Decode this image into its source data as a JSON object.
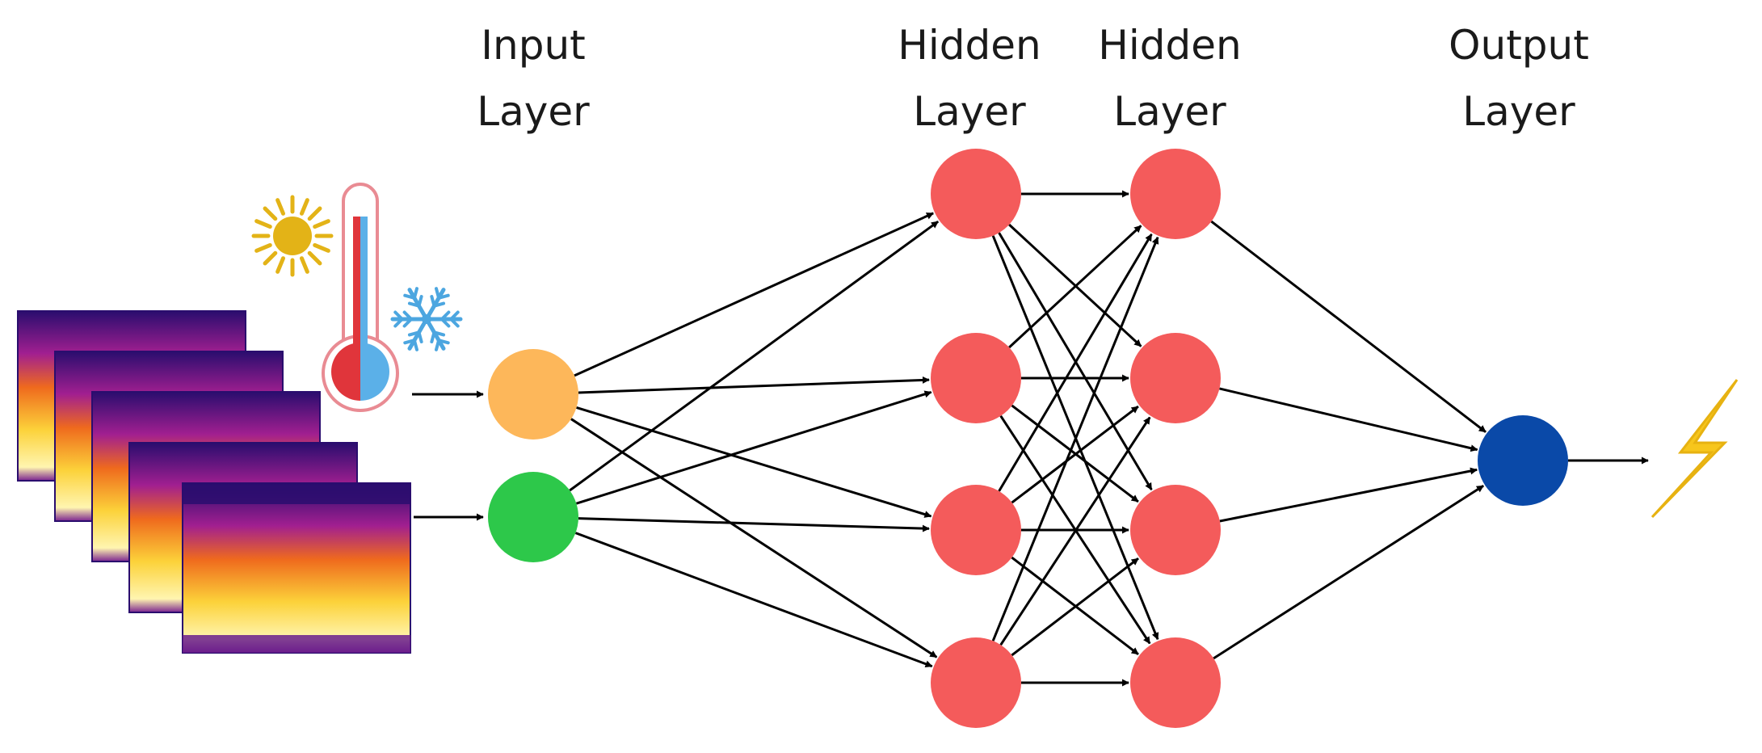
{
  "labels": {
    "input": {
      "line1": "Input",
      "line2": "Layer"
    },
    "hidden1": {
      "line1": "Hidden",
      "line2": "Layer"
    },
    "hidden2": {
      "line1": "Hidden",
      "line2": "Layer"
    },
    "output": {
      "line1": "Output",
      "line2": "Layer"
    }
  },
  "network": {
    "layers": [
      {
        "id": "input",
        "nodes": 2
      },
      {
        "id": "hidden1",
        "nodes": 4
      },
      {
        "id": "hidden2",
        "nodes": 4
      },
      {
        "id": "output",
        "nodes": 1
      }
    ],
    "connectivity": "fully-connected"
  },
  "icons": [
    "thermal-image-stack-icon",
    "sun-icon",
    "thermometer-icon",
    "snowflake-icon",
    "lightning-bolt-icon"
  ],
  "colors": {
    "input_temperature": "#FDB75A",
    "input_image": "#2DC84A",
    "hidden": "#F45B5B",
    "output": "#0A49A8",
    "sun": "#E3B317",
    "snowflake": "#4CA6E0",
    "bolt": "#F7C61C",
    "thermo_red": "#E0353B",
    "thermo_blue": "#5BB0E8"
  }
}
